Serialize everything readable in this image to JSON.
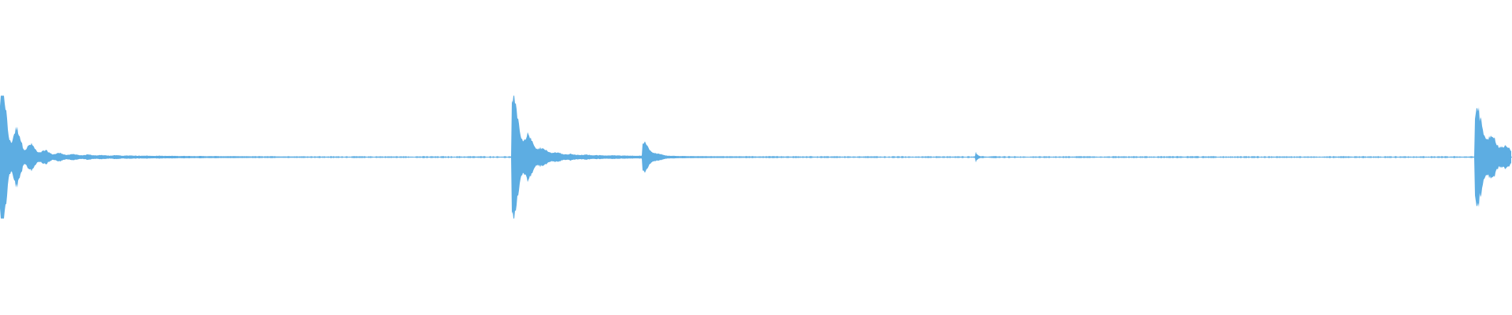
{
  "waveform": {
    "color": "#5DADE2",
    "background": "#FFFFFF",
    "duration_fraction_markers": "none",
    "events": [
      {
        "name": "transient-1",
        "onset": 0.0,
        "amplitude": 0.95,
        "decay": 0.34,
        "ripple": 0.55
      },
      {
        "name": "transient-2",
        "onset": 0.3385,
        "amplitude": 0.93,
        "decay": 0.3,
        "ripple": 0.35
      },
      {
        "name": "transient-3",
        "onset": 0.425,
        "amplitude": 0.26,
        "decay": 0.2,
        "ripple": 0.25
      },
      {
        "name": "transient-4",
        "onset": 0.645,
        "amplitude": 0.1,
        "decay": 0.05,
        "ripple": 0.1
      },
      {
        "name": "transient-5",
        "onset": 0.9755,
        "amplitude": 0.75,
        "decay": 0.4,
        "ripple": 0.3
      }
    ],
    "noise_floor": 0.012
  }
}
